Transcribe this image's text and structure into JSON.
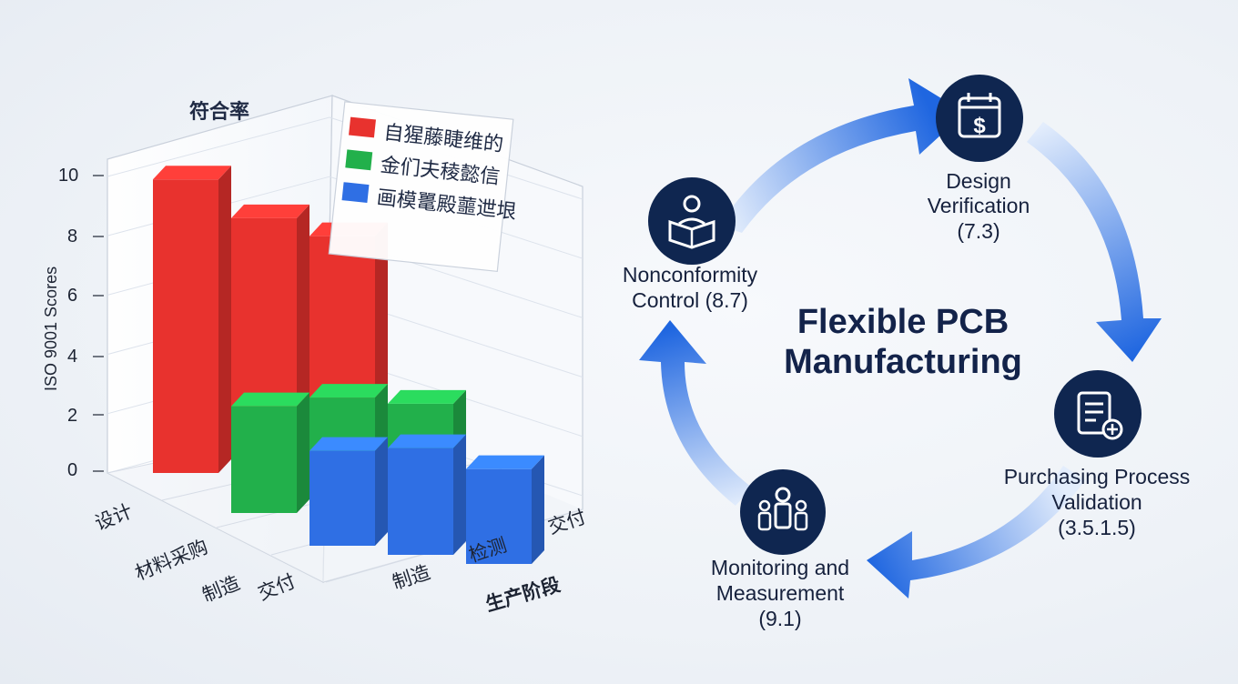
{
  "chart_data": {
    "type": "bar",
    "title": "符合率",
    "ylabel": "ISO 9001 Scores",
    "xlabel": "生产阶段",
    "ylim": [
      0,
      10
    ],
    "yticks": [
      "0",
      "2",
      "4",
      "6",
      "8",
      "10"
    ],
    "front_categories": [
      "设计",
      "材料采购",
      "制造",
      "交付"
    ],
    "depth_categories": [
      "制造",
      "检测",
      "交付"
    ],
    "legend": [
      "自猩藤睫维的",
      "金们夫稜懿信",
      "画模鼍殿蘁迣垠"
    ],
    "series": [
      {
        "name": "自猩藤睫维的",
        "color": "#e8322e",
        "values": [
          9.9,
          8.9,
          8.6
        ]
      },
      {
        "name": "金们夫稜懿信",
        "color": "#22b04b",
        "values": [
          3.6,
          4.2,
          4.3
        ]
      },
      {
        "name": "画模鼍殿蘁迣垠",
        "color": "#2f6fe4",
        "values": [
          3.2,
          3.6,
          3.2
        ]
      }
    ]
  },
  "diagram": {
    "center_title": [
      "Flexible PCB",
      "Manufacturing"
    ],
    "nodes": [
      {
        "id": "design",
        "icon": "dollar-calendar-icon",
        "lines": [
          "Design",
          "Verification",
          "(7.3)"
        ]
      },
      {
        "id": "purchasing",
        "icon": "document-plus-icon",
        "lines": [
          "Purchasing Process",
          "Validation",
          "(3.5.1.5)"
        ]
      },
      {
        "id": "monitoring",
        "icon": "people-network-icon",
        "lines": [
          "Monitoring and",
          "Measurement",
          "(9.1)"
        ]
      },
      {
        "id": "nonconformity",
        "icon": "reading-person-icon",
        "lines": [
          "Nonconformity",
          "Control (8.7)"
        ]
      }
    ],
    "colors": {
      "node": "#0f2650",
      "arrow_start": "#dbe8fb",
      "arrow_end": "#1f66e0"
    }
  }
}
